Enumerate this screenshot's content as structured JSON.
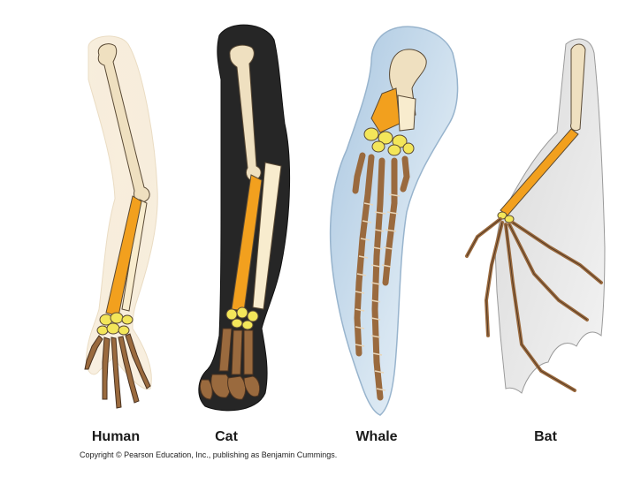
{
  "labels": {
    "human": "Human",
    "cat": "Cat",
    "whale": "Whale",
    "bat": "Bat"
  },
  "copyright": "Copyright © Pearson Education, Inc., publishing as Benjamin Cummings.",
  "colors": {
    "humerus": "#efe0c0",
    "radius": "#f2a01e",
    "ulna": "#f8ecce",
    "carpals": "#f3e65a",
    "metacarpals_phalanges": "#9a6a3e",
    "cat_fur": "#262626",
    "whale_flipper": "#c8daea",
    "bat_membrane": "#e8e8e8",
    "human_skin": "#f4e8d4"
  }
}
